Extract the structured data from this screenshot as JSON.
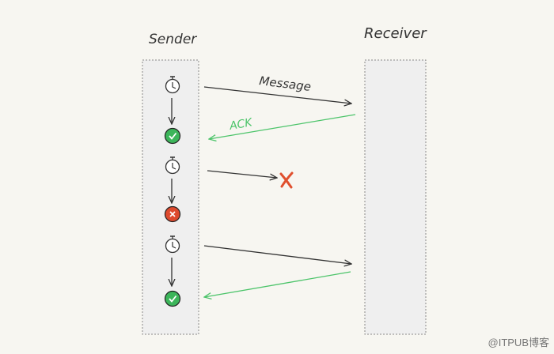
{
  "labels": {
    "sender": "Sender",
    "receiver": "Receiver",
    "message": "Message",
    "ack": "ACK"
  },
  "events": [
    {
      "step": 1,
      "icon": "timer-icon"
    },
    {
      "step": 2,
      "icon": "success-check-icon",
      "color": "#3cb55a"
    },
    {
      "step": 3,
      "icon": "timer-icon"
    },
    {
      "step": 4,
      "icon": "failure-x-icon",
      "color": "#dd4a2e"
    },
    {
      "step": 5,
      "icon": "timer-icon"
    },
    {
      "step": 6,
      "icon": "success-check-icon",
      "color": "#3cb55a"
    }
  ],
  "colors": {
    "ink": "#333333",
    "ack": "#4cc46a",
    "lost": "#e0502e",
    "lane_fill": "#efefef",
    "lane_border": "#888888"
  },
  "watermark": "@ITPUB博客"
}
